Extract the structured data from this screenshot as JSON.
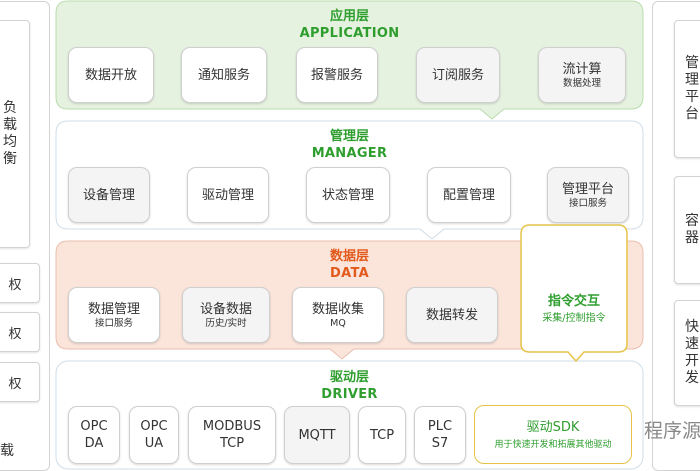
{
  "colors": {
    "green": "#2f9e2f",
    "orange": "#e25a1c",
    "yellow_border": "#e6c34a",
    "app_fill": "#e6f2e0",
    "data_fill": "#fbe4da"
  },
  "left_panel": {
    "load_balance": "负载均衡",
    "item1": "权",
    "item2": "权",
    "item3": "权",
    "bottom": "载"
  },
  "right_panel": {
    "top": "管理平台",
    "mid": "容器",
    "bottom": "快速开发",
    "watermark": "程序源"
  },
  "layers": {
    "application": {
      "title": "应用层",
      "subtitle": "APPLICATION",
      "cards": [
        {
          "main": "数据开放",
          "sub": ""
        },
        {
          "main": "通知服务",
          "sub": ""
        },
        {
          "main": "报警服务",
          "sub": ""
        },
        {
          "main": "订阅服务",
          "sub": ""
        },
        {
          "main": "流计算",
          "sub": "数据处理"
        }
      ]
    },
    "manager": {
      "title": "管理层",
      "subtitle": "MANAGER",
      "cards": [
        {
          "main": "设备管理",
          "sub": ""
        },
        {
          "main": "驱动管理",
          "sub": ""
        },
        {
          "main": "状态管理",
          "sub": ""
        },
        {
          "main": "配置管理",
          "sub": ""
        },
        {
          "main": "管理平台",
          "sub": "接口服务"
        }
      ]
    },
    "data": {
      "title": "数据层",
      "subtitle": "DATA",
      "cards": [
        {
          "main": "数据管理",
          "sub": "接口服务"
        },
        {
          "main": "设备数据",
          "sub": "历史/实时"
        },
        {
          "main": "数据收集",
          "sub": "MQ"
        },
        {
          "main": "数据转发",
          "sub": ""
        }
      ]
    },
    "driver": {
      "title": "驱动层",
      "subtitle": "DRIVER",
      "cards": [
        {
          "main": "OPC\nDA"
        },
        {
          "main": "OPC\nUA"
        },
        {
          "main": "MODBUS\nTCP"
        },
        {
          "main": "MQTT"
        },
        {
          "main": "TCP"
        },
        {
          "main": "PLC\nS7"
        }
      ]
    }
  },
  "command": {
    "title": "指令交互",
    "sub": "采集/控制指令"
  },
  "sdk": {
    "title": "驱动SDK",
    "sub": "用于快速开发和拓展其他驱动"
  }
}
